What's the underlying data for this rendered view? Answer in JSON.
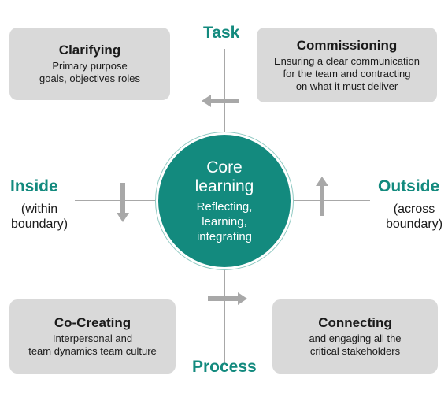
{
  "axes": {
    "top": "Task",
    "bottom": "Process",
    "left": "Inside",
    "left_sub": "(within\nboundary)",
    "right": "Outside",
    "right_sub": "(across\nboundary)"
  },
  "center": {
    "title": "Core\nlearning",
    "subtitle": "Reflecting,\nlearning,\nintegrating"
  },
  "quadrants": {
    "top_left": {
      "title": "Clarifying",
      "body": "Primary purpose\ngoals, objectives roles"
    },
    "top_right": {
      "title": "Commissioning",
      "body": "Ensuring a clear communication\nfor the team and contracting\non what it must deliver"
    },
    "bottom_left": {
      "title": "Co-Creating",
      "body": "Interpersonal and\nteam dynamics team culture"
    },
    "bottom_right": {
      "title": "Connecting",
      "body": "and engaging all the\ncritical stakeholders"
    }
  },
  "colors": {
    "accent": "#138a7e",
    "box": "#d9d9d9",
    "arrow": "#a8a8a8",
    "text": "#1a1a1a"
  }
}
